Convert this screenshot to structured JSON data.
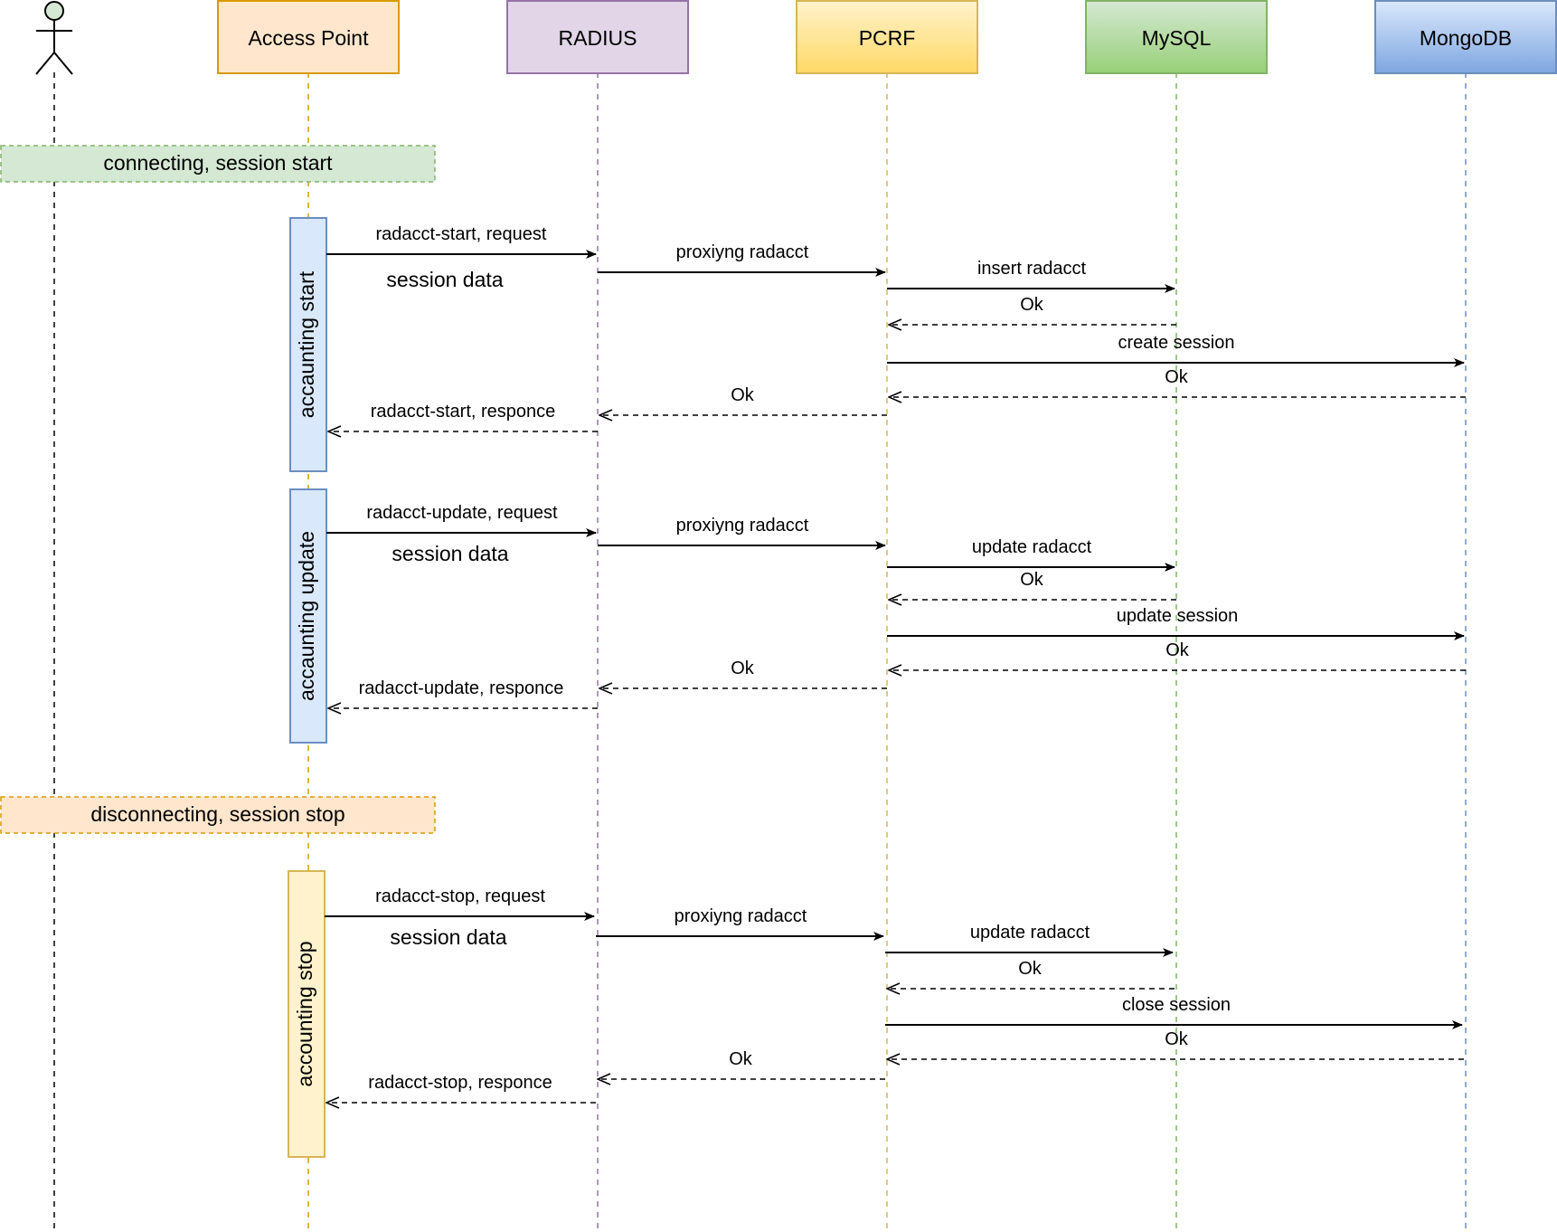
{
  "colors": {
    "actor": {
      "fill": "#d5e8d4",
      "stroke": "#82b366"
    },
    "green": {
      "fill": "#d5e8d4",
      "stroke": "#82b366"
    },
    "orange": {
      "fill": "#ffe6cc",
      "stroke": "#d79b00"
    },
    "purple": {
      "fill": "#e1d5e7",
      "stroke": "#9673a6"
    },
    "yellow_gradient": {
      "top": "#fff2cc",
      "bottom": "#ffd966",
      "stroke": "#d6b656"
    },
    "green_gradient": {
      "top": "#d5e8d4",
      "bottom": "#97d077",
      "stroke": "#82b366"
    },
    "blue_gradient": {
      "top": "#dae8fc",
      "bottom": "#7ea6e0",
      "stroke": "#6c8ebf"
    },
    "blue": {
      "fill": "#dae8fc",
      "stroke": "#6c8ebf"
    },
    "pale_yellow": {
      "fill": "#fff2cc",
      "stroke": "#d6b656"
    },
    "lifeline_actor": "#000000",
    "lifeline_ap": "#d79b00",
    "lifeline_radius": "#9673a6",
    "lifeline_pcrf": "#d6b656",
    "lifeline_mysql": "#82b366",
    "lifeline_mongo": "#6c8ebf"
  },
  "participants": [
    {
      "id": "actor",
      "label": ""
    },
    {
      "id": "access-point",
      "label": "Access Point"
    },
    {
      "id": "radius",
      "label": "RADIUS"
    },
    {
      "id": "pcrf",
      "label": "PCRF"
    },
    {
      "id": "mysql",
      "label": "MySQL"
    },
    {
      "id": "mongodb",
      "label": "MongoDB"
    }
  ],
  "frames": {
    "start": "connecting, session start",
    "stop": "disconnecting, session stop"
  },
  "activations": {
    "start": "accaunting start",
    "update": "accaunting update",
    "stop": "accounting stop"
  },
  "notes": {
    "start": "session data",
    "update": "session data",
    "stop": "session data"
  },
  "messages": {
    "start": [
      {
        "from": "access-point",
        "to": "radius",
        "kind": "sync",
        "label": "radacct-start, request"
      },
      {
        "from": "radius",
        "to": "pcrf",
        "kind": "sync",
        "label": "proxiyng  radacct"
      },
      {
        "from": "pcrf",
        "to": "mysql",
        "kind": "sync",
        "label": "insert  radacct"
      },
      {
        "from": "mysql",
        "to": "pcrf",
        "kind": "reply",
        "label": "Ok"
      },
      {
        "from": "pcrf",
        "to": "mongodb",
        "kind": "sync",
        "label": "create session"
      },
      {
        "from": "mongodb",
        "to": "pcrf",
        "kind": "reply",
        "label": "Ok"
      },
      {
        "from": "pcrf",
        "to": "radius",
        "kind": "reply",
        "label": "Ok"
      },
      {
        "from": "radius",
        "to": "access-point",
        "kind": "reply",
        "label": "radacct-start, responce"
      }
    ],
    "update": [
      {
        "from": "access-point",
        "to": "radius",
        "kind": "sync",
        "label": "radacct-update, request"
      },
      {
        "from": "radius",
        "to": "pcrf",
        "kind": "sync",
        "label": "proxiyng  radacct"
      },
      {
        "from": "pcrf",
        "to": "mysql",
        "kind": "sync",
        "label": "update  radacct"
      },
      {
        "from": "mysql",
        "to": "pcrf",
        "kind": "reply",
        "label": "Ok"
      },
      {
        "from": "pcrf",
        "to": "mongodb",
        "kind": "sync",
        "label": "update session"
      },
      {
        "from": "mongodb",
        "to": "pcrf",
        "kind": "reply",
        "label": "Ok"
      },
      {
        "from": "pcrf",
        "to": "radius",
        "kind": "reply",
        "label": "Ok"
      },
      {
        "from": "radius",
        "to": "access-point",
        "kind": "reply",
        "label": "radacct-update, responce"
      }
    ],
    "stop": [
      {
        "from": "access-point",
        "to": "radius",
        "kind": "sync",
        "label": "radacct-stop, request"
      },
      {
        "from": "radius",
        "to": "pcrf",
        "kind": "sync",
        "label": "proxiyng  radacct"
      },
      {
        "from": "pcrf",
        "to": "mysql",
        "kind": "sync",
        "label": "update  radacct"
      },
      {
        "from": "mysql",
        "to": "pcrf",
        "kind": "reply",
        "label": "Ok"
      },
      {
        "from": "pcrf",
        "to": "mongodb",
        "kind": "sync",
        "label": "close session"
      },
      {
        "from": "mongodb",
        "to": "pcrf",
        "kind": "reply",
        "label": "Ok"
      },
      {
        "from": "pcrf",
        "to": "radius",
        "kind": "reply",
        "label": "Ok"
      },
      {
        "from": "radius",
        "to": "access-point",
        "kind": "reply",
        "label": "radacct-stop, responce"
      }
    ]
  }
}
